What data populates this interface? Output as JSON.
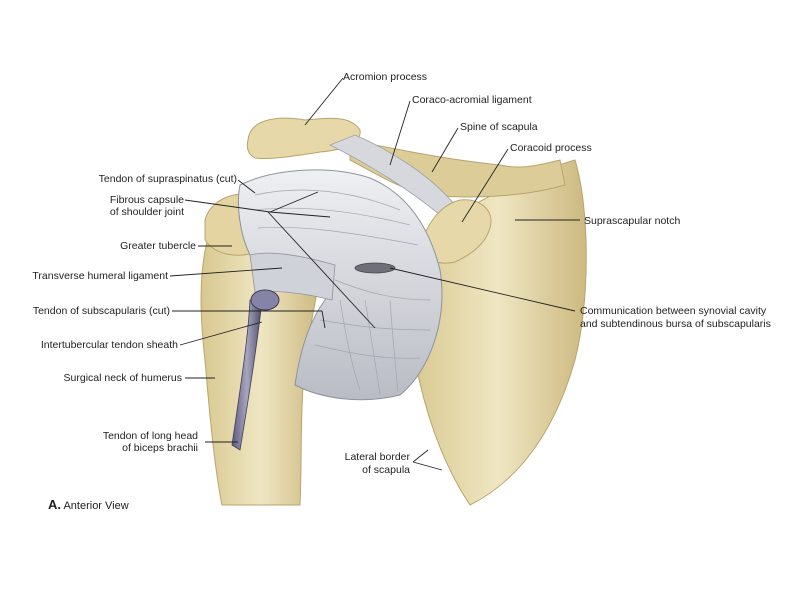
{
  "caption": {
    "letter": "A.",
    "text": "Anterior View"
  },
  "labels": {
    "acromion": "Acromion process",
    "coracoacromial": "Coraco-acromial ligament",
    "spine": "Spine of scapula",
    "coracoid": "Coracoid process",
    "supraspinatus": "Tendon of supraspinatus (cut)",
    "fibrous_1": "Fibrous capsule",
    "fibrous_2": "of shoulder joint",
    "suprascapular": "Suprascapular notch",
    "greater_tubercle": "Greater tubercle",
    "transverse": "Transverse humeral ligament",
    "communication_1": "Communication between synovial cavity",
    "communication_2": "and subtendinous bursa of subscapularis",
    "subscapularis": "Tendon of subscapularis (cut)",
    "intertubercular": "Intertubercular tendon sheath",
    "surgical_neck": "Surgical neck of humerus",
    "biceps_1": "Tendon of long head",
    "biceps_2": "of biceps brachii",
    "lateral_1": "Lateral border",
    "lateral_2": "of scapula"
  },
  "colors": {
    "bone": "#e8dcb0",
    "bone_shadow": "#c9b77e",
    "ligament": "#dfe1e6",
    "tendon_sheath": "#7d7a9c",
    "leader": "#222222"
  }
}
